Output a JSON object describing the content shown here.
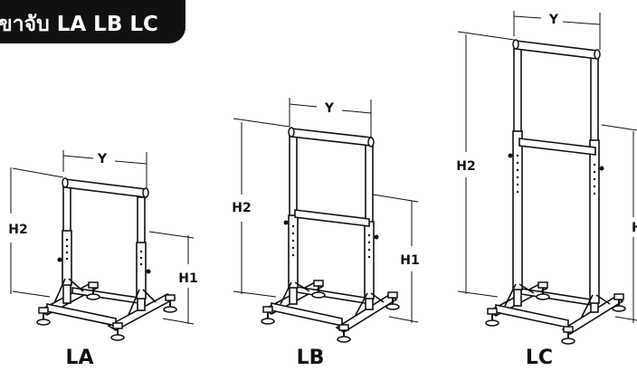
{
  "banner": {
    "text": "ขาจับ LA LB LC"
  },
  "models": [
    {
      "id": "LA",
      "label": "LA",
      "dims": {
        "width": "Y",
        "overall_height": "H2",
        "bar_height": "H1"
      }
    },
    {
      "id": "LB",
      "label": "LB",
      "dims": {
        "width": "Y",
        "overall_height": "H2",
        "bar_height": "H1"
      }
    },
    {
      "id": "LC",
      "label": "LC",
      "dims": {
        "width": "Y",
        "overall_height": "H2",
        "bar_height": "H"
      }
    }
  ],
  "colors": {
    "ink": "#111111",
    "paper": "#ffffff"
  }
}
